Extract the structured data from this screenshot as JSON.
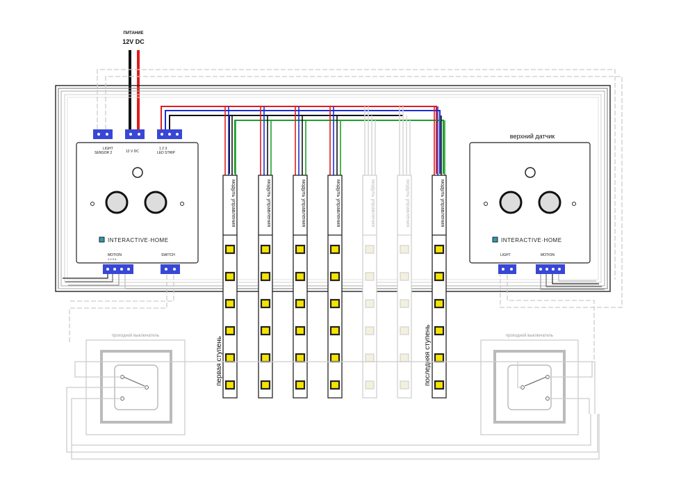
{
  "power": {
    "label": "ПИТАНИЕ",
    "voltage": "12V DC"
  },
  "controller_left": {
    "brand": "INTERACTIVE·HOME",
    "terminal_labels": {
      "light_sensor": "LIGHT\nSENSOR 2",
      "power": "12 V DC",
      "led_strip": "1  2  3\nLED STRIP",
      "motion": "MOTION",
      "motion_pins": "1  2  3  4",
      "switch": "SWITCH"
    }
  },
  "controller_right": {
    "title": "верхний датчик",
    "brand": "INTERACTIVE·HOME",
    "terminal_labels": {
      "light": "LIGHT",
      "motion": "MOTION"
    }
  },
  "strips": [
    {
      "label": "модуль управления",
      "state": "on"
    },
    {
      "label": "модуль управления",
      "state": "on"
    },
    {
      "label": "модуль управления",
      "state": "on"
    },
    {
      "label": "модуль управления",
      "state": "on"
    },
    {
      "label": "модуль управления",
      "state": "off"
    },
    {
      "label": "модуль управления",
      "state": "off"
    },
    {
      "label": "модуль управления",
      "state": "on"
    }
  ],
  "step_labels": {
    "first": "первая ступень",
    "last": "последняя ступень"
  },
  "switches": {
    "left_label": "проходной выключатель",
    "right_label": "проходной выключатель"
  },
  "colors": {
    "red": "#e01c1c",
    "blue": "#1a2fd6",
    "green": "#1f9e2c",
    "black": "#111111",
    "led_on": "#f5e400",
    "led_off": "#f3f1dc",
    "terminal": "#3847d6"
  }
}
